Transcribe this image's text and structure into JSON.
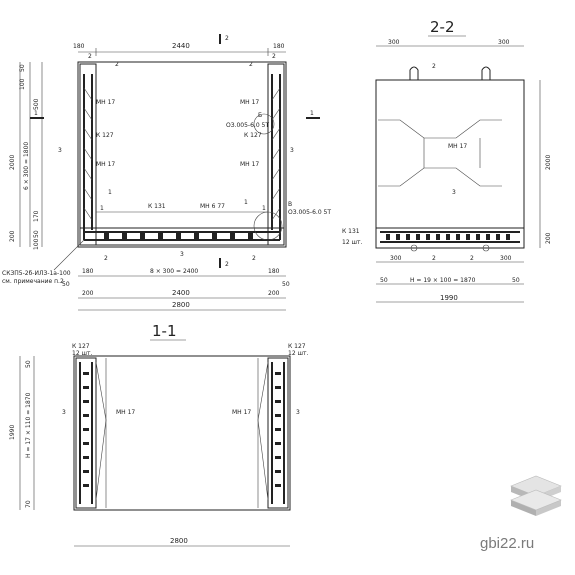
{
  "sections": {
    "plan": {
      "dims_top": [
        "180",
        "2440",
        "180"
      ],
      "dims_bottom": [
        "50",
        "180",
        "8 × 300 = 2400",
        "180",
        "50",
        "200",
        "2400",
        "200",
        "2800"
      ],
      "dims_left": [
        "50",
        "100",
        "500",
        "2000",
        "6 × 300 = 1800",
        "170",
        "200",
        "50",
        "100"
      ],
      "labels": [
        "МН 17",
        "МН 17",
        "МН 17",
        "МН 17",
        "К 127",
        "К 127",
        "К 131",
        "МН 6 77",
        "3",
        "3",
        "3",
        "1",
        "1",
        "2",
        "2",
        "2",
        "2",
        "2",
        "2",
        "1",
        "1",
        "Б",
        "В"
      ],
      "callout_b": "Б\nОЗ.005-6.0 5Т",
      "callout_b_lines": [
        "Б",
        "ОЗ.005-6.0 5Т"
      ],
      "callout_v_lines": [
        "В",
        "ОЗ.005-6.0 5Т"
      ],
      "note_lines": [
        "СКЗП5-2б-ИЛЗ-1а-100",
        "см. примечание п.2"
      ],
      "section_marks": [
        "2",
        "2",
        "1",
        "1"
      ]
    },
    "section_22": {
      "title": "2-2",
      "dims_top": [
        "300",
        "300"
      ],
      "dims_bottom": [
        "300",
        "2",
        "2",
        "300",
        "50",
        "Н = 19 × 100 = 1870",
        "50",
        "1990"
      ],
      "dims_right": [
        "2000",
        "200"
      ],
      "labels": [
        "2",
        "МН 17",
        "3",
        "К 131",
        "12 шт."
      ]
    },
    "section_11": {
      "title": "1-1",
      "dims_left": [
        "50",
        "1990",
        "Н = 17 × 110 = 1870",
        "70"
      ],
      "dims_bottom": [
        "2800"
      ],
      "labels": [
        "К 127",
        "12 шт.",
        "К 127",
        "12 шт.",
        "МН 17",
        "МН 17",
        "3",
        "3"
      ]
    }
  },
  "watermark": "gbi22.ru",
  "logo_icon": "stacked-slabs-logo"
}
